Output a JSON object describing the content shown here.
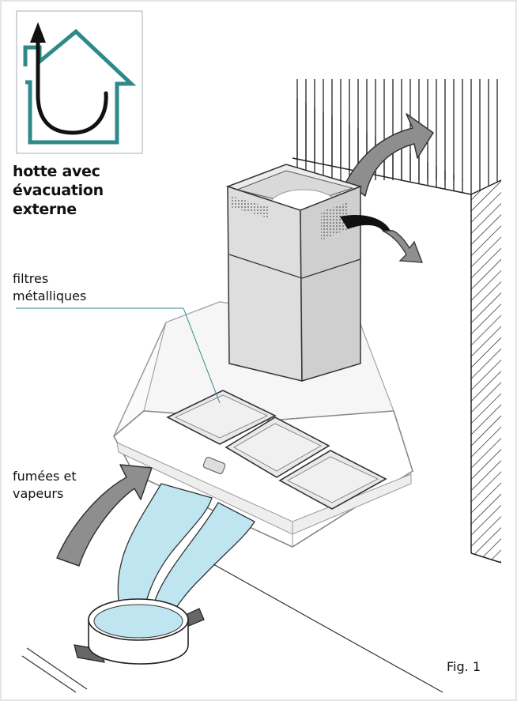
{
  "labels": {
    "title_lines": [
      "hotte avec",
      "évacuation",
      "externe"
    ],
    "filtres_lines": [
      "filtres",
      "métalliques"
    ],
    "fumees_lines": [
      "fumées et",
      "vapeurs"
    ],
    "figure": "Fig. 1"
  },
  "icons": {
    "house": "house-outline-icon",
    "exhaust": "exhaust-arrow-icon"
  },
  "colors": {
    "house": "#2e8a8a",
    "vapor": "#bfe6f0",
    "arrow_fill": "#8e8e8e",
    "duct": "#d9d9d9",
    "line": "#333333"
  }
}
